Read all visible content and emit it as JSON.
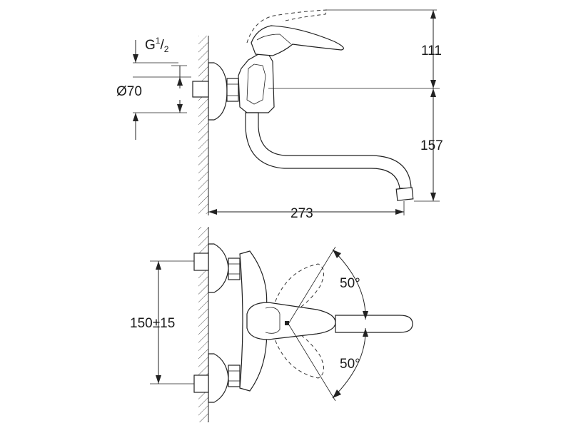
{
  "side_view": {
    "connection_label_main": "G",
    "connection_label_num": "1",
    "connection_label_sep": "/",
    "connection_label_den": "2",
    "diameter_label": "Ø70",
    "height_above_label": "111",
    "spout_drop_label": "157",
    "spout_reach_label": "273"
  },
  "top_view": {
    "centers_label": "150±15",
    "angle_upper_label": "50°",
    "angle_lower_label": "50°"
  }
}
